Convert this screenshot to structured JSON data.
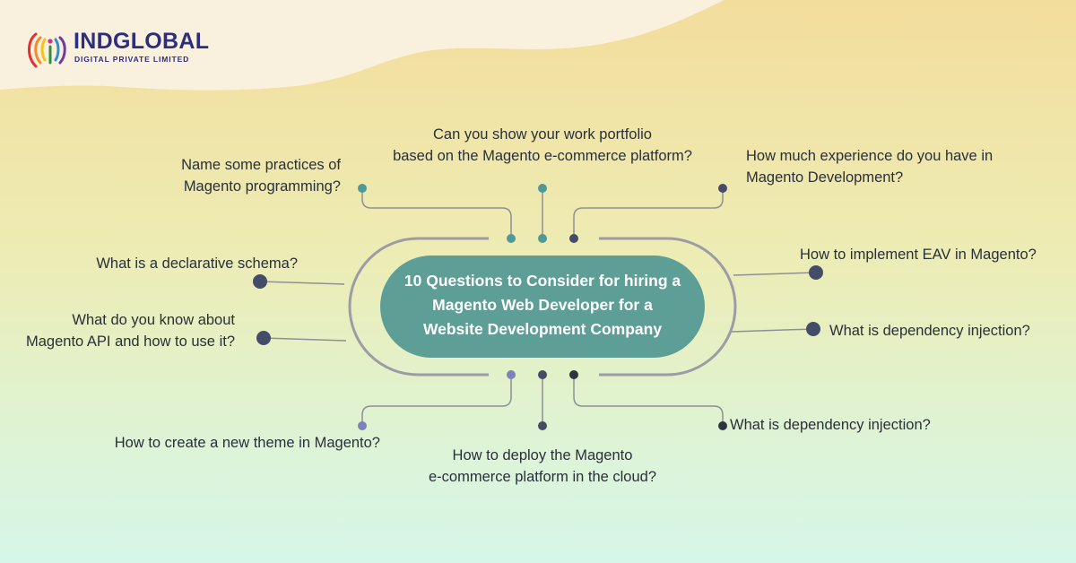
{
  "brand": {
    "name": "INDGLOBAL",
    "tagline": "DIGITAL PRIVATE LIMITED",
    "icon": "colorful-arcs-logo-icon"
  },
  "colors": {
    "center_fill": "#5d9e96",
    "frame_stroke": "#9d9ca4",
    "connector_line": "#8f8f96",
    "dot_teal": "#4f9a96",
    "dot_dark": "#454c68",
    "dot_purple": "#7a82b8",
    "text": "#2a2f3a",
    "brand_navy": "#2b2f7e"
  },
  "center": {
    "lines": [
      "10 Questions to Consider for hiring a",
      "Magento Web Developer for a",
      "Website Development Company"
    ]
  },
  "questions": {
    "top_left": [
      "Name some practices of",
      "Magento programming?"
    ],
    "top_center": [
      "Can you show your work portfolio",
      "based on the Magento e-commerce platform?"
    ],
    "top_right": [
      "How much experience do you have in",
      "Magento Development?"
    ],
    "mid_left_1": [
      "What is a declarative schema?"
    ],
    "mid_left_2": [
      "What do you know about",
      "Magento API and how to use it?"
    ],
    "mid_right_1": [
      "How to implement EAV in Magento?"
    ],
    "mid_right_2": [
      "What is dependency injection?"
    ],
    "bottom_left": [
      "How to create a new theme in Magento?"
    ],
    "bottom_center": [
      "How to deploy the Magento",
      "e-commerce platform in the cloud?"
    ],
    "bottom_right": [
      "What is dependency injection?"
    ]
  }
}
